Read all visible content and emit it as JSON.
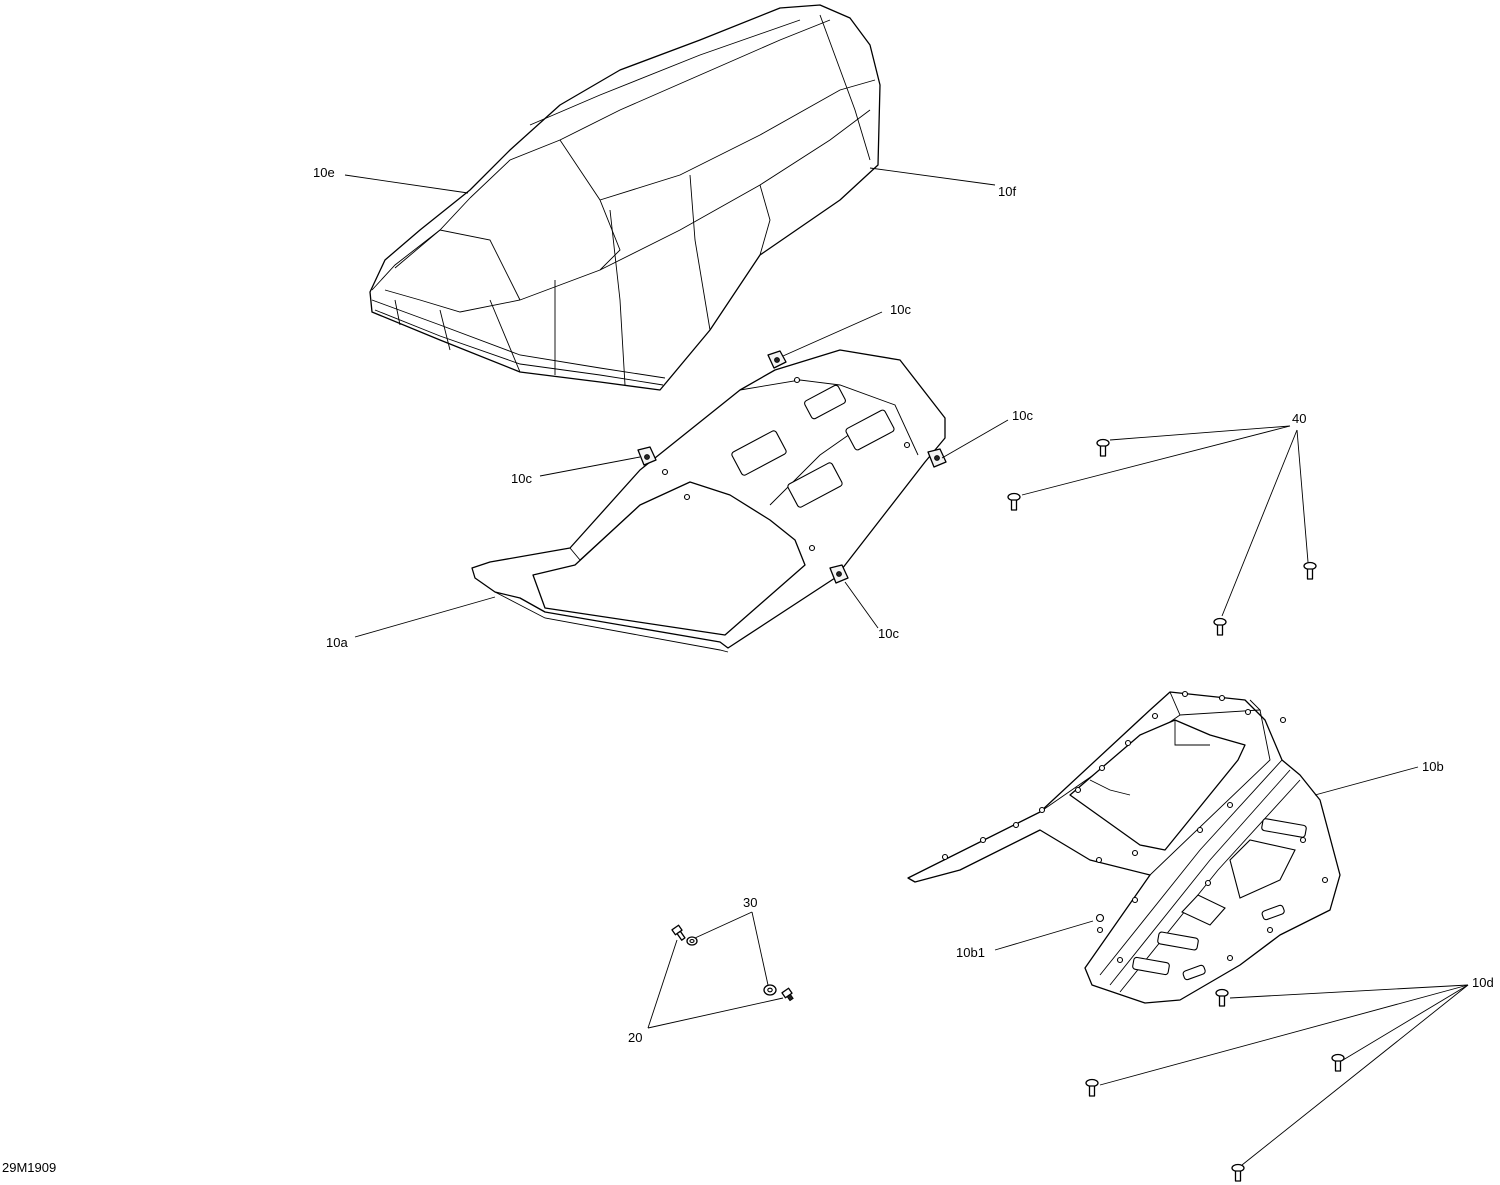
{
  "figure_id": "29M1909",
  "callouts": {
    "seat_cover_front": "10e",
    "seat_cover_side": "10f",
    "seat_base": "10a",
    "clip_top": "10c",
    "clip_left": "10c",
    "clip_right": "10c",
    "clip_bottom": "10c",
    "seat_frame": "10b",
    "frame_insert": "10b1",
    "frame_screws": "10d",
    "base_screws": "40",
    "bolt": "20",
    "washer": "30"
  }
}
